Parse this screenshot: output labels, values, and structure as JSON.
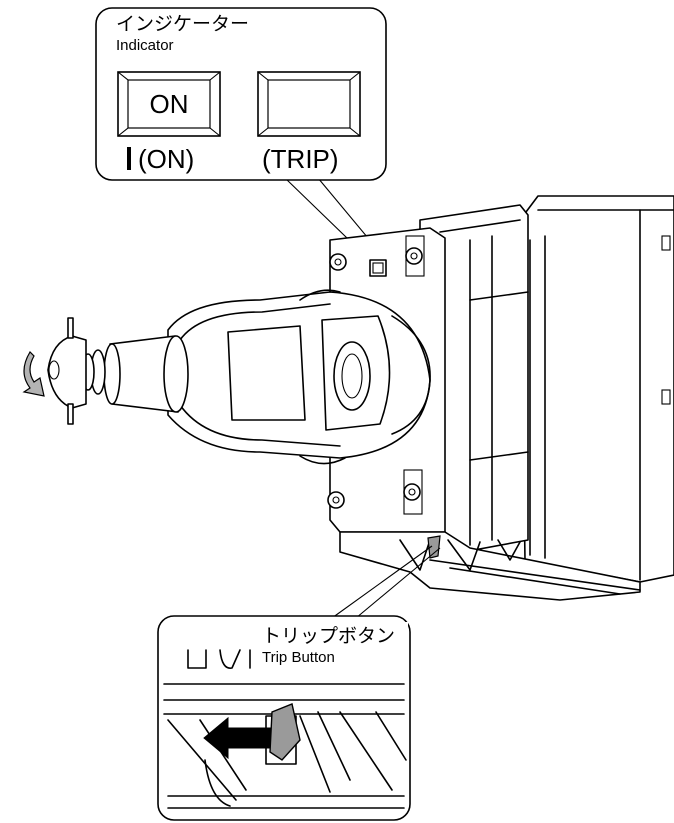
{
  "indicator_callout": {
    "title_jp": "インジケーター",
    "title_en": "Indicator",
    "on_window_text": "ON",
    "on_label": "(ON)",
    "trip_label": "(TRIP)"
  },
  "trip_button_callout": {
    "title_jp": "トリップボタン",
    "title_en": "Trip Button"
  },
  "colors": {
    "rotation_arrow": "#b3b3b3",
    "push_arrow": "#000000",
    "trip_button_fill": "#9a9a9a"
  },
  "icons": [
    "rotation-arrow-icon",
    "push-arrow-icon"
  ]
}
